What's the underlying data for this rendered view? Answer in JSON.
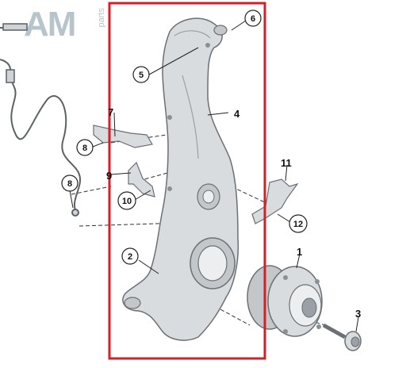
{
  "logo": {
    "main": "AM",
    "sub": "parts"
  },
  "labels": {
    "n1": "1",
    "n2": "2",
    "n3": "3",
    "n4": "4",
    "n5": "5",
    "n6": "6",
    "n7": "7",
    "n8a": "8",
    "n8b": "8",
    "n9": "9",
    "n10": "10",
    "n11": "11",
    "n12": "12"
  },
  "colors": {
    "highlight_box": "#d0202a",
    "part_fill": "#d9dcdf",
    "part_stroke": "#6b7075"
  }
}
